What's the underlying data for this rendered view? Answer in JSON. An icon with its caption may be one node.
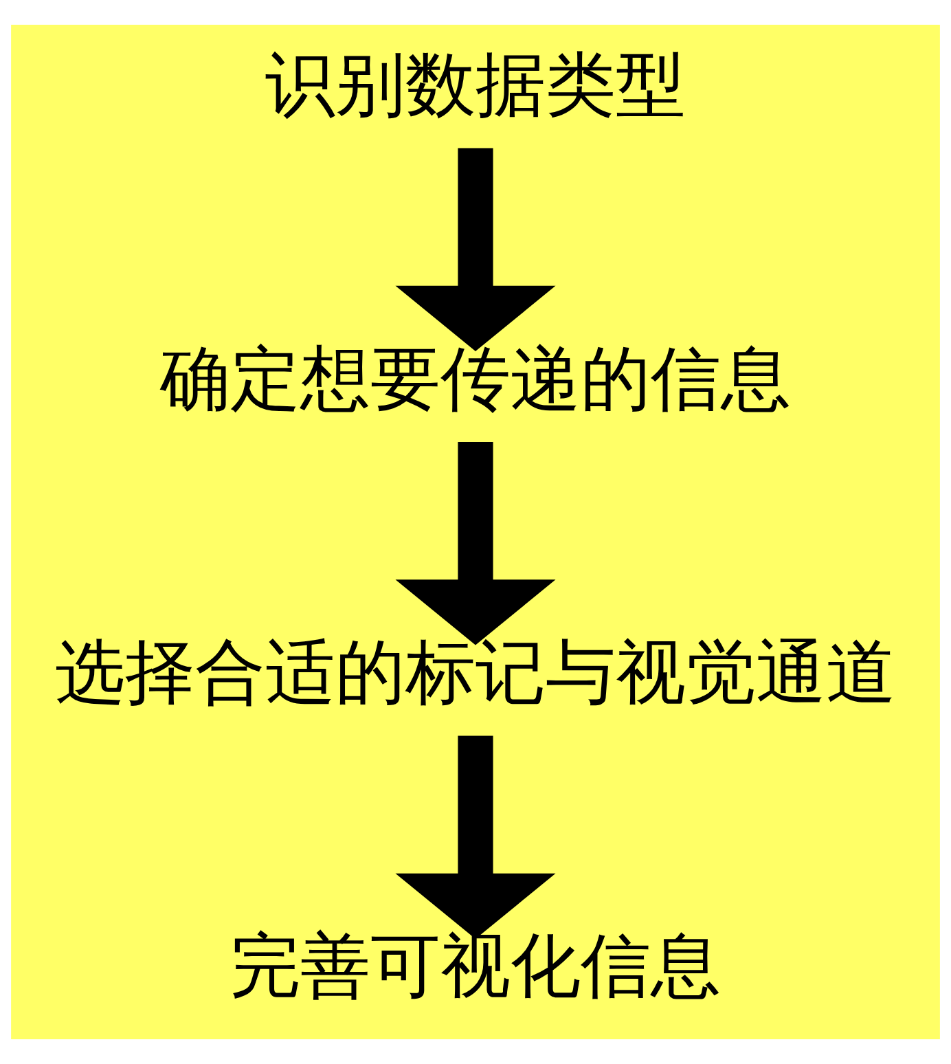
{
  "diagram": {
    "nodes": [
      {
        "text": [
          "识别数据类型"
        ]
      },
      {
        "text": [
          "确定想要传递的信息"
        ]
      },
      {
        "text": [
          "选择合适的标记与视觉通道"
        ]
      },
      {
        "text": [
          "完善可视化信息"
        ]
      }
    ],
    "edges": [
      {
        "from": 0,
        "to": 1,
        "arrow": "to"
      },
      {
        "from": 1,
        "to": 2,
        "arrow": "to"
      },
      {
        "from": 2,
        "to": 3,
        "arrow": "to"
      }
    ]
  }
}
